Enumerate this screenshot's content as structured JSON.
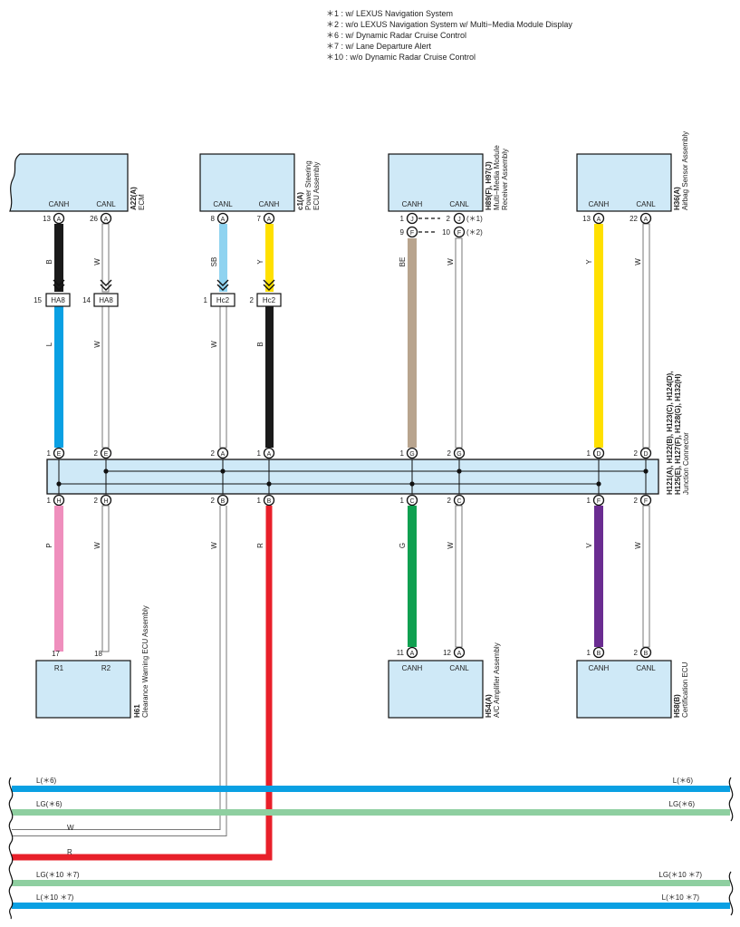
{
  "legend": [
    "＊1 : w/ LEXUS Navigation System",
    "＊2 : w/o LEXUS Navigation System w/ Multi−Media Module Display",
    "＊6 : w/ Dynamic Radar Cruise Control",
    "＊7 : w/ Lane Departure Alert",
    "＊10 : w/o Dynamic Radar Cruise Control"
  ],
  "components": {
    "ecm": {
      "code": "A22(A)",
      "name": "ECM",
      "pin1": "CANH",
      "pin2": "CANL",
      "pin1_no": "13",
      "pin2_no": "26",
      "pin1_conn": "A",
      "pin2_conn": "A"
    },
    "steering": {
      "code": "c1(A)",
      "name1": "Power Steering",
      "name2": "ECU Assembly",
      "pin1": "CANL",
      "pin2": "CANH",
      "pin1_no": "8",
      "pin2_no": "7",
      "pin1_conn": "A",
      "pin2_conn": "A"
    },
    "mmm": {
      "code": "H89(F), H97(J)",
      "name1": "Multi−Media Module",
      "name2": "Receiver Assembly",
      "pin1": "CANH",
      "pin2": "CANL",
      "j1_no": "1",
      "j1_conn": "J",
      "j2_no": "2",
      "j2_conn": "J",
      "j2_note": "(＊1)",
      "f1_no": "9",
      "f1_conn": "F",
      "f2_no": "10",
      "f2_conn": "F",
      "f2_note": "(＊2)"
    },
    "airbag": {
      "code": "H36(A)",
      "name": "Airbag Sensor Assembly",
      "pin1": "CANH",
      "pin2": "CANL",
      "pin1_no": "13",
      "pin2_no": "22",
      "pin1_conn": "A",
      "pin2_conn": "A"
    },
    "clearance": {
      "code": "H61",
      "name": "Clearance Warning ECU Assembly",
      "pin1": "R1",
      "pin2": "R2",
      "pin1_no": "17",
      "pin2_no": "18"
    },
    "ac": {
      "code": "H54(A)",
      "name": "A/C Amplifier Assembly",
      "pin1": "CANH",
      "pin2": "CANL",
      "pin1_no": "11",
      "pin2_no": "12",
      "pin1_conn": "A",
      "pin2_conn": "A"
    },
    "cert": {
      "code": "H58(B)",
      "name": "Certification ECU",
      "pin1": "CANH",
      "pin2": "CANL",
      "pin1_no": "1",
      "pin2_no": "2",
      "pin1_conn": "B",
      "pin2_conn": "B"
    }
  },
  "junction": {
    "code1": "H121(A), H122(B), H123(C), H124(D),",
    "code2": "H125(E), H127(F), H128(G), H132(H)",
    "name": "Junction Connector",
    "top": [
      {
        "no": "1",
        "conn": "E"
      },
      {
        "no": "2",
        "conn": "E"
      },
      {
        "no": "2",
        "conn": "A"
      },
      {
        "no": "1",
        "conn": "A"
      },
      {
        "no": "1",
        "conn": "G"
      },
      {
        "no": "2",
        "conn": "G"
      },
      {
        "no": "1",
        "conn": "D"
      },
      {
        "no": "2",
        "conn": "D"
      }
    ],
    "bottom": [
      {
        "no": "1",
        "conn": "H"
      },
      {
        "no": "2",
        "conn": "H"
      },
      {
        "no": "2",
        "conn": "B"
      },
      {
        "no": "1",
        "conn": "B"
      },
      {
        "no": "1",
        "conn": "C"
      },
      {
        "no": "2",
        "conn": "C"
      },
      {
        "no": "1",
        "conn": "F"
      },
      {
        "no": "2",
        "conn": "F"
      }
    ]
  },
  "connectors": {
    "ha8": {
      "label": "HA8",
      "pin1": "15",
      "pin2": "14"
    },
    "hc2": {
      "label": "Hc2",
      "pin1": "1",
      "pin2": "2"
    }
  },
  "wire_colors": {
    "ecm_h": "B",
    "ecm_l": "W",
    "ha8_h": "L",
    "ha8_l": "W",
    "st_l": "SB",
    "st_h": "Y",
    "hc2_l": "W",
    "hc2_h": "B",
    "mmm_h": "BE",
    "mmm_l": "W",
    "air_h": "Y",
    "air_l": "W",
    "cl_h": "P",
    "cl_l": "W",
    "mid_l": "W",
    "mid_h": "R",
    "ac_h": "G",
    "ac_l": "W",
    "ce_h": "V",
    "ce_l": "W"
  },
  "bottom_wires": {
    "w1_left": "L(＊6)",
    "w1_right": "L(＊6)",
    "w2_left": "LG(＊6)",
    "w2_right": "LG(＊6)",
    "w3_left": "W",
    "w4_left": "R",
    "w5_left": "LG(＊10 ＊7)",
    "w5_right": "LG(＊10 ＊7)",
    "w6_left": "L(＊10 ＊7)",
    "w6_right": "L(＊10 ＊7)"
  },
  "colors": {
    "box_fill": "#cfe9f7",
    "blue_L": "#0aa0e3",
    "light_green_LG": "#8ecfa0",
    "red_R": "#e8202a",
    "black_B": "#1a1a1a",
    "yellow_Y": "#ffe000",
    "sky_blue_SB": "#8fd3f0",
    "beige_BE": "#b8a48e",
    "pink_P": "#ef8fbd",
    "green_G": "#10a050",
    "violet_V": "#6a2c91",
    "white_W": "#ffffff"
  }
}
